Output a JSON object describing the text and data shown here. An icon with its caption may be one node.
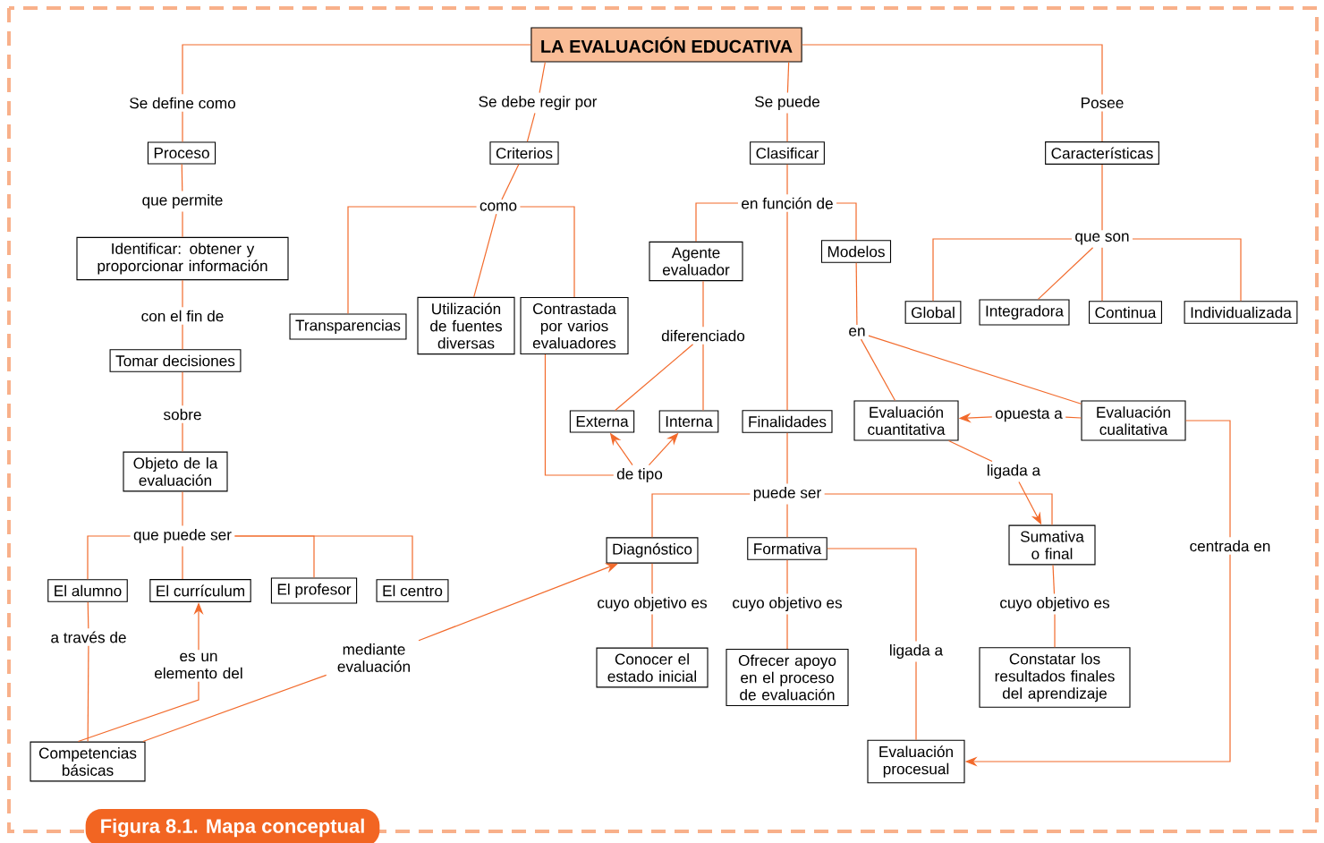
{
  "diagram": {
    "caption": "Figura 8.1. Mapa conceptual",
    "nodes": [
      {
        "text": [
          "LA EVALUACIÓN EDUCATIVA"
        ]
      },
      {
        "text": [
          "Se define como"
        ]
      },
      {
        "text": [
          "Se debe regir por"
        ]
      },
      {
        "text": [
          "Se puede"
        ]
      },
      {
        "text": [
          "Posee"
        ]
      },
      {
        "text": [
          "Proceso"
        ]
      },
      {
        "text": [
          "Criterios"
        ]
      },
      {
        "text": [
          "Clasificar"
        ]
      },
      {
        "text": [
          "Características"
        ]
      },
      {
        "text": [
          "que permite"
        ]
      },
      {
        "text": [
          "como"
        ]
      },
      {
        "text": [
          "en función de"
        ]
      },
      {
        "text": [
          "que son"
        ]
      },
      {
        "text": [
          "Identificar: obtener y proporcionar información"
        ]
      },
      {
        "text": [
          "Agente evaluador"
        ]
      },
      {
        "text": [
          "Modelos"
        ]
      },
      {
        "text": [
          "Transparencias"
        ]
      },
      {
        "text": [
          "Utilización de fuentes diversas"
        ]
      },
      {
        "text": [
          "Contrastada por varios evaluadores"
        ]
      },
      {
        "text": [
          "Global"
        ]
      },
      {
        "text": [
          "Integradora"
        ]
      },
      {
        "text": [
          "Continua"
        ]
      },
      {
        "text": [
          "Individualizada"
        ]
      },
      {
        "text": [
          "con el fin de"
        ]
      },
      {
        "text": [
          "diferenciado"
        ]
      },
      {
        "text": [
          "en"
        ]
      },
      {
        "text": [
          "Tomar decisiones"
        ]
      },
      {
        "text": [
          "sobre"
        ]
      },
      {
        "text": [
          "Externa"
        ]
      },
      {
        "text": [
          "Interna"
        ]
      },
      {
        "text": [
          "Finalidades"
        ]
      },
      {
        "text": [
          "Evaluación cuantitativa"
        ]
      },
      {
        "text": [
          "opuesta a"
        ]
      },
      {
        "text": [
          "Evaluación cualitativa"
        ]
      },
      {
        "text": [
          "Objeto de la evaluación"
        ]
      },
      {
        "text": [
          "de tipo"
        ]
      },
      {
        "text": [
          "ligada a"
        ]
      },
      {
        "text": [
          "puede ser"
        ]
      },
      {
        "text": [
          "que puede ser"
        ]
      },
      {
        "text": [
          "Diagnóstico"
        ]
      },
      {
        "text": [
          "Formativa"
        ]
      },
      {
        "text": [
          "Sumativa o final"
        ]
      },
      {
        "text": [
          "centrada en"
        ]
      },
      {
        "text": [
          "El alumno"
        ]
      },
      {
        "text": [
          "El currículum"
        ]
      },
      {
        "text": [
          "El profesor"
        ]
      },
      {
        "text": [
          "El centro"
        ]
      },
      {
        "text": [
          "cuyo objetivo es"
        ]
      },
      {
        "text": [
          "cuyo objetivo es"
        ]
      },
      {
        "text": [
          "cuyo objetivo es"
        ]
      },
      {
        "text": [
          "a través de"
        ]
      },
      {
        "text": [
          "es un elemento del"
        ]
      },
      {
        "text": [
          "mediante evaluación"
        ]
      },
      {
        "text": [
          "ligada a"
        ]
      },
      {
        "text": [
          "Conocer el estado inicial"
        ]
      },
      {
        "text": [
          "Ofrecer apoyo en el proceso de evaluación"
        ]
      },
      {
        "text": [
          "Constatar los resultados finales del aprendizaje"
        ]
      },
      {
        "text": [
          "Competencias básicas"
        ]
      },
      {
        "text": [
          "Evaluación procesual"
        ]
      }
    ],
    "edges": [
      {
        "from": 0,
        "to": 1,
        "arrow": "none"
      },
      {
        "from": 1,
        "to": 5,
        "arrow": "none"
      },
      {
        "from": 0,
        "to": 2,
        "arrow": "none"
      },
      {
        "from": 2,
        "to": 6,
        "arrow": "none"
      },
      {
        "from": 0,
        "to": 3,
        "arrow": "none"
      },
      {
        "from": 3,
        "to": 7,
        "arrow": "none"
      },
      {
        "from": 0,
        "to": 4,
        "arrow": "none"
      },
      {
        "from": 4,
        "to": 8,
        "arrow": "none"
      },
      {
        "from": 5,
        "to": 9,
        "arrow": "none"
      },
      {
        "from": 9,
        "to": 13,
        "arrow": "none"
      },
      {
        "from": 13,
        "to": 23,
        "arrow": "none"
      },
      {
        "from": 23,
        "to": 26,
        "arrow": "none"
      },
      {
        "from": 26,
        "to": 27,
        "arrow": "none"
      },
      {
        "from": 27,
        "to": 34,
        "arrow": "none"
      },
      {
        "from": 34,
        "to": 38,
        "arrow": "none"
      },
      {
        "from": 38,
        "to": 43,
        "arrow": "none"
      },
      {
        "from": 38,
        "to": 44,
        "arrow": "none"
      },
      {
        "from": 38,
        "to": 45,
        "arrow": "none"
      },
      {
        "from": 38,
        "to": 46,
        "arrow": "none"
      },
      {
        "from": 6,
        "to": 10,
        "arrow": "none"
      },
      {
        "from": 10,
        "to": 16,
        "arrow": "none"
      },
      {
        "from": 10,
        "to": 17,
        "arrow": "none"
      },
      {
        "from": 10,
        "to": 18,
        "arrow": "none"
      },
      {
        "from": 7,
        "to": 11,
        "arrow": "none"
      },
      {
        "from": 11,
        "to": 14,
        "arrow": "none"
      },
      {
        "from": 11,
        "to": 15,
        "arrow": "none"
      },
      {
        "from": 11,
        "to": 30,
        "arrow": "none"
      },
      {
        "from": 8,
        "to": 12,
        "arrow": "none"
      },
      {
        "from": 12,
        "to": 19,
        "arrow": "none"
      },
      {
        "from": 12,
        "to": 20,
        "arrow": "none"
      },
      {
        "from": 12,
        "to": 21,
        "arrow": "none"
      },
      {
        "from": 12,
        "to": 22,
        "arrow": "none"
      },
      {
        "from": 14,
        "to": 24,
        "arrow": "none"
      },
      {
        "from": 24,
        "to": 28,
        "arrow": "none"
      },
      {
        "from": 24,
        "to": 29,
        "arrow": "none"
      },
      {
        "from": 15,
        "to": 25,
        "arrow": "none"
      },
      {
        "from": 25,
        "to": 31,
        "arrow": "none"
      },
      {
        "from": 25,
        "to": 33,
        "arrow": "none"
      },
      {
        "from": 18,
        "to": 35,
        "arrow": "none"
      },
      {
        "from": 35,
        "to": 28,
        "arrow": "to"
      },
      {
        "from": 35,
        "to": 29,
        "arrow": "to"
      },
      {
        "from": 33,
        "to": 32,
        "arrow": "none"
      },
      {
        "from": 32,
        "to": 31,
        "arrow": "to"
      },
      {
        "from": 31,
        "to": 36,
        "arrow": "none"
      },
      {
        "from": 36,
        "to": 41,
        "arrow": "to"
      },
      {
        "from": 30,
        "to": 37,
        "arrow": "none"
      },
      {
        "from": 37,
        "to": 39,
        "arrow": "none"
      },
      {
        "from": 37,
        "to": 40,
        "arrow": "none"
      },
      {
        "from": 37,
        "to": 41,
        "arrow": "none"
      },
      {
        "from": 33,
        "to": 42,
        "arrow": "none"
      },
      {
        "from": 42,
        "to": 58,
        "arrow": "to"
      },
      {
        "from": 39,
        "to": 47,
        "arrow": "none"
      },
      {
        "from": 47,
        "to": 54,
        "arrow": "none"
      },
      {
        "from": 40,
        "to": 48,
        "arrow": "none"
      },
      {
        "from": 48,
        "to": 55,
        "arrow": "none"
      },
      {
        "from": 41,
        "to": 49,
        "arrow": "none"
      },
      {
        "from": 49,
        "to": 56,
        "arrow": "none"
      },
      {
        "from": 40,
        "to": 53,
        "arrow": "none"
      },
      {
        "from": 53,
        "to": 58,
        "arrow": "none"
      },
      {
        "from": 43,
        "to": 50,
        "arrow": "none"
      },
      {
        "from": 50,
        "to": 57,
        "arrow": "none"
      },
      {
        "from": 57,
        "to": 51,
        "arrow": "none"
      },
      {
        "from": 51,
        "to": 44,
        "arrow": "to"
      },
      {
        "from": 57,
        "to": 52,
        "arrow": "none"
      },
      {
        "from": 52,
        "to": 39,
        "arrow": "to"
      }
    ]
  }
}
